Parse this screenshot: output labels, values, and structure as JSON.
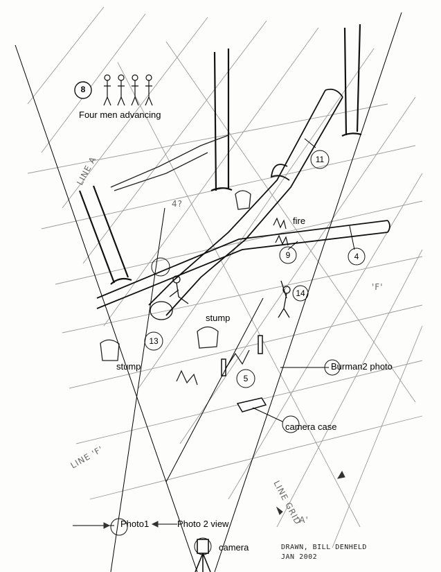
{
  "title": "Four men advancing",
  "labels": {
    "fire": "fire",
    "stump_center": "stump",
    "stump_left": "stump",
    "burman2_photo": "Burman2 photo",
    "camera_case": "camera case",
    "photo1": "Photo1",
    "photo2_view": "Photo 2 view",
    "camera": "camera"
  },
  "markers": {
    "m8": "8",
    "m11": "11",
    "m9": "9",
    "m4": "4",
    "m14": "14",
    "m13": "13",
    "m5": "5"
  },
  "handwritten": {
    "line_a": "LINE A",
    "line_f_left": "LINE 'F'",
    "line_grid": "LINE  GRID",
    "f_right": "'F'",
    "four_q": "4?",
    "a_bottom": "'A'"
  },
  "signature": {
    "line1": "DRAWN, BILL DENHELD",
    "line2": "JAN 2002"
  }
}
